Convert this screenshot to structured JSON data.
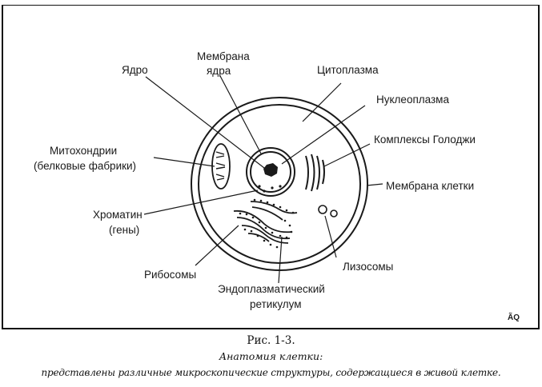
{
  "labels": {
    "nucleus": "Ядро",
    "nuclear_membrane_1": "Мембрана",
    "nuclear_membrane_2": "ядра",
    "cytoplasm": "Цитоплазма",
    "nucleoplasm": "Нуклеоплазма",
    "golgi": "Комплексы Голоджи",
    "mitochondria_1": "Митохондрии",
    "mitochondria_2": "(белковые фабрики)",
    "cell_membrane": "Мембрана клетки",
    "chromatin_1": "Хроматин",
    "chromatin_2": "(гены)",
    "lysosomes": "Лизосомы",
    "ribosomes": "Рибосомы",
    "er_1": "Эндоплазматический",
    "er_2": "ретикулум"
  },
  "signature": "ÃQ",
  "caption": {
    "figure": "Рис. 1-3.",
    "title": "Анатомия клетки:",
    "description": "представлены различные микроскопические структуры, содержащиеся в живой клетке."
  },
  "colors": {
    "ink": "#1a1a1a",
    "background": "#ffffff"
  }
}
